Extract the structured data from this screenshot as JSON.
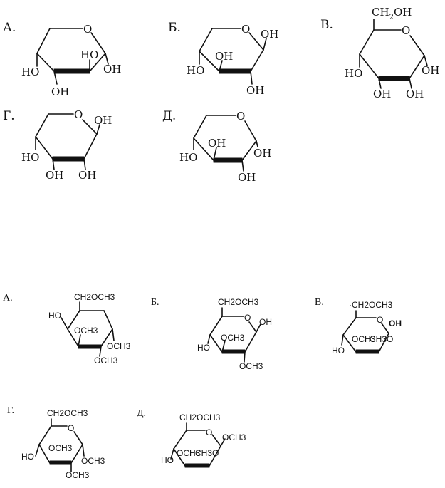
{
  "panel1": {
    "A": {
      "letter": "А.",
      "ring_o": "O",
      "oh_c4": "HO",
      "oh_c3": "OH",
      "oh_c2a": "HO",
      "oh_c2b": "OH"
    },
    "B": {
      "letter": "Б.",
      "ring_o": "O",
      "oh_c1": "OH",
      "oh_c4": "HO",
      "oh_c3": "OH",
      "oh_c2": "OH"
    },
    "V": {
      "letter": "В.",
      "ch2oh_a": "CH",
      "ch2oh_sub": "2",
      "ch2oh_b": "OH",
      "ring_o": "O",
      "oh_c1": "OH",
      "oh_c4": "HO",
      "oh_c3": "OH",
      "oh_c2": "OH"
    },
    "G": {
      "letter": "Г.",
      "ring_o": "O",
      "oh_c1": "OH",
      "oh_c4": "HO",
      "oh_c3": "OH",
      "oh_c2": "OH"
    },
    "D": {
      "letter": "Д.",
      "ring_o": "O",
      "oh_c4": "HO",
      "oh_c3": "OH",
      "oh_c1": "OH",
      "oh_c2": "OH"
    }
  },
  "panel2": {
    "A": {
      "letter": "А.",
      "c6": "CH2OCH3",
      "c4": "HO",
      "c3": "OCH3",
      "c1": "OCH3",
      "c2": "OCH3"
    },
    "B": {
      "letter": "Б.",
      "c6": "CH2OCH3",
      "ring_o": "O",
      "c1": "OH",
      "c3": "OCH3",
      "c4": "HO",
      "c2": "OCH3"
    },
    "V": {
      "letter": "В.",
      "c6": "·CH2OCH3",
      "ring_o": "O",
      "c1": "OH",
      "c3": "OCH3",
      "c2": "CH3O",
      "c4": "HO"
    },
    "G": {
      "letter": "Г.",
      "c6": "CH2OCH3",
      "ring_o": "O",
      "c3": "OCH3",
      "c4": "HO",
      "c1": "OCH3",
      "c2": "OCH3"
    },
    "D": {
      "letter": "Д.",
      "c6": "CH2OCH3",
      "ring_o": "O",
      "c1": "OCH3",
      "c3": "OCH3",
      "c2": "CH3O",
      "c4": "HO"
    }
  }
}
